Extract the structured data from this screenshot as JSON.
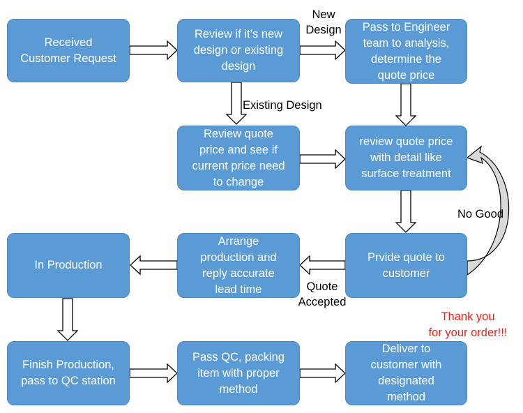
{
  "nodes": {
    "received_request": "Received\nCustomer Request",
    "review_new_or_existing": "Review if it’s new\ndesign or existing\ndesign",
    "pass_to_engineer": "Pass to Engineer\nteam to analysis,\ndetermine the\nquote price",
    "review_quote_price_existing": "Review quote\nprice and see if\ncurrent price need\nto change",
    "review_quote_detail": "review quote price\nwith detail like\nsurface treatment",
    "provide_quote": "Prvide quote to\ncustomer",
    "arrange_production": "Arrange\nproduction and\nreply accurate\nlead time",
    "in_production": "In Production",
    "finish_production": "Finish Production,\npass to QC station",
    "pass_qc": "Pass QC, packing\nitem with proper\nmethod",
    "deliver": "Deliver to\ncustomer with\ndesignated\nmethod"
  },
  "labels": {
    "new_design": "New\nDesign",
    "existing_design": "Existing Design",
    "no_good": "No Good",
    "quote_accepted": "Quote\nAccepted"
  },
  "note": {
    "thank_you": "Thank you\nfor your order!!!"
  },
  "colors": {
    "node_fill": "#5b9bd5",
    "node_text": "#ffffff",
    "arrow_fill": "#ffffff",
    "arrow_stroke": "#000000",
    "loop_fill": "#d9d9d9",
    "note": "#e8231a"
  }
}
